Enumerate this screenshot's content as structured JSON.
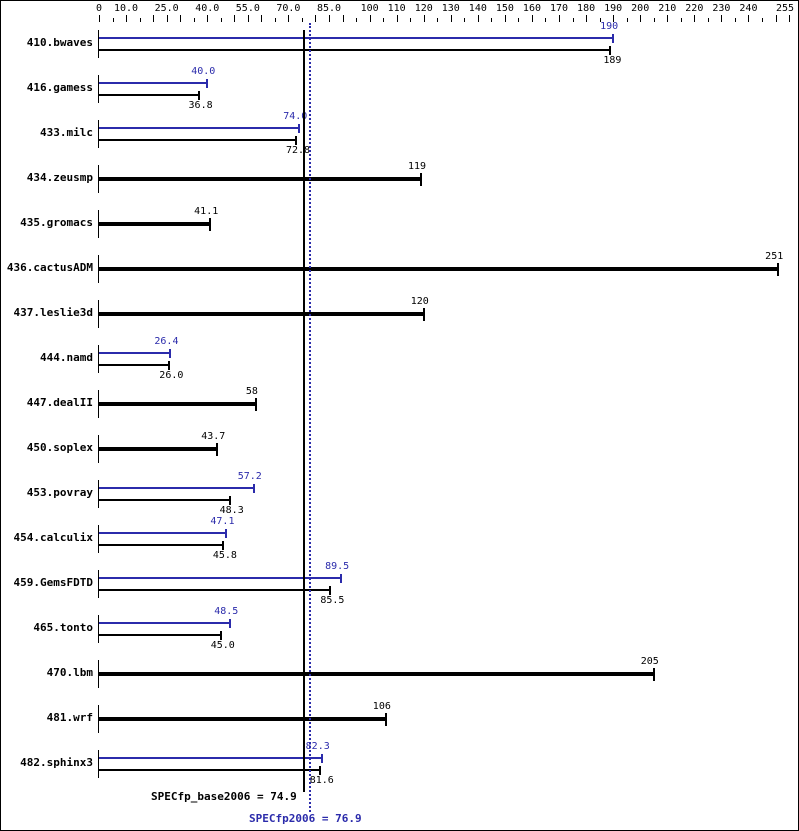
{
  "chart_data": {
    "type": "bar",
    "orientation": "horizontal",
    "title": "",
    "xlabel": "",
    "ylabel": "",
    "xlim": [
      0,
      255
    ],
    "x_ticks": [
      "0",
      "10.0",
      "25.0",
      "40.0",
      "55.0",
      "70.0",
      "85.0",
      "100",
      "110",
      "120",
      "130",
      "140",
      "150",
      "160",
      "170",
      "180",
      "190",
      "200",
      "210",
      "220",
      "230",
      "240",
      "255"
    ],
    "categories": [
      "410.bwaves",
      "416.gamess",
      "433.milc",
      "434.zeusmp",
      "435.gromacs",
      "436.cactusADM",
      "437.leslie3d",
      "444.namd",
      "447.dealII",
      "450.soplex",
      "453.povray",
      "454.calculix",
      "459.GemsFDTD",
      "465.tonto",
      "470.lbm",
      "481.wrf",
      "482.sphinx3"
    ],
    "series": [
      {
        "name": "SPECfp2006 (peak)",
        "color": "#2b2bab",
        "values": [
          190,
          40.0,
          74.0,
          null,
          null,
          null,
          null,
          26.4,
          null,
          null,
          57.2,
          47.1,
          89.5,
          48.5,
          null,
          null,
          82.3
        ]
      },
      {
        "name": "SPECfp_base2006 (base)",
        "color": "#000000",
        "values": [
          189,
          36.8,
          72.8,
          119,
          41.1,
          251,
          120,
          26.0,
          58.0,
          43.7,
          48.3,
          45.8,
          85.5,
          45.0,
          205,
          106,
          81.6
        ]
      }
    ],
    "reference_lines": [
      {
        "label": "SPECfp_base2006 = 74.9",
        "value": 74.9,
        "style": "solid",
        "color": "#000000"
      },
      {
        "label": "SPECfp2006 = 76.9",
        "value": 76.9,
        "style": "dotted",
        "color": "#2b2bab"
      }
    ],
    "grid": false,
    "legend": "none"
  },
  "summary": {
    "base_label": "SPECfp_base2006 = 74.9",
    "peak_label": "SPECfp2006 = 76.9"
  }
}
